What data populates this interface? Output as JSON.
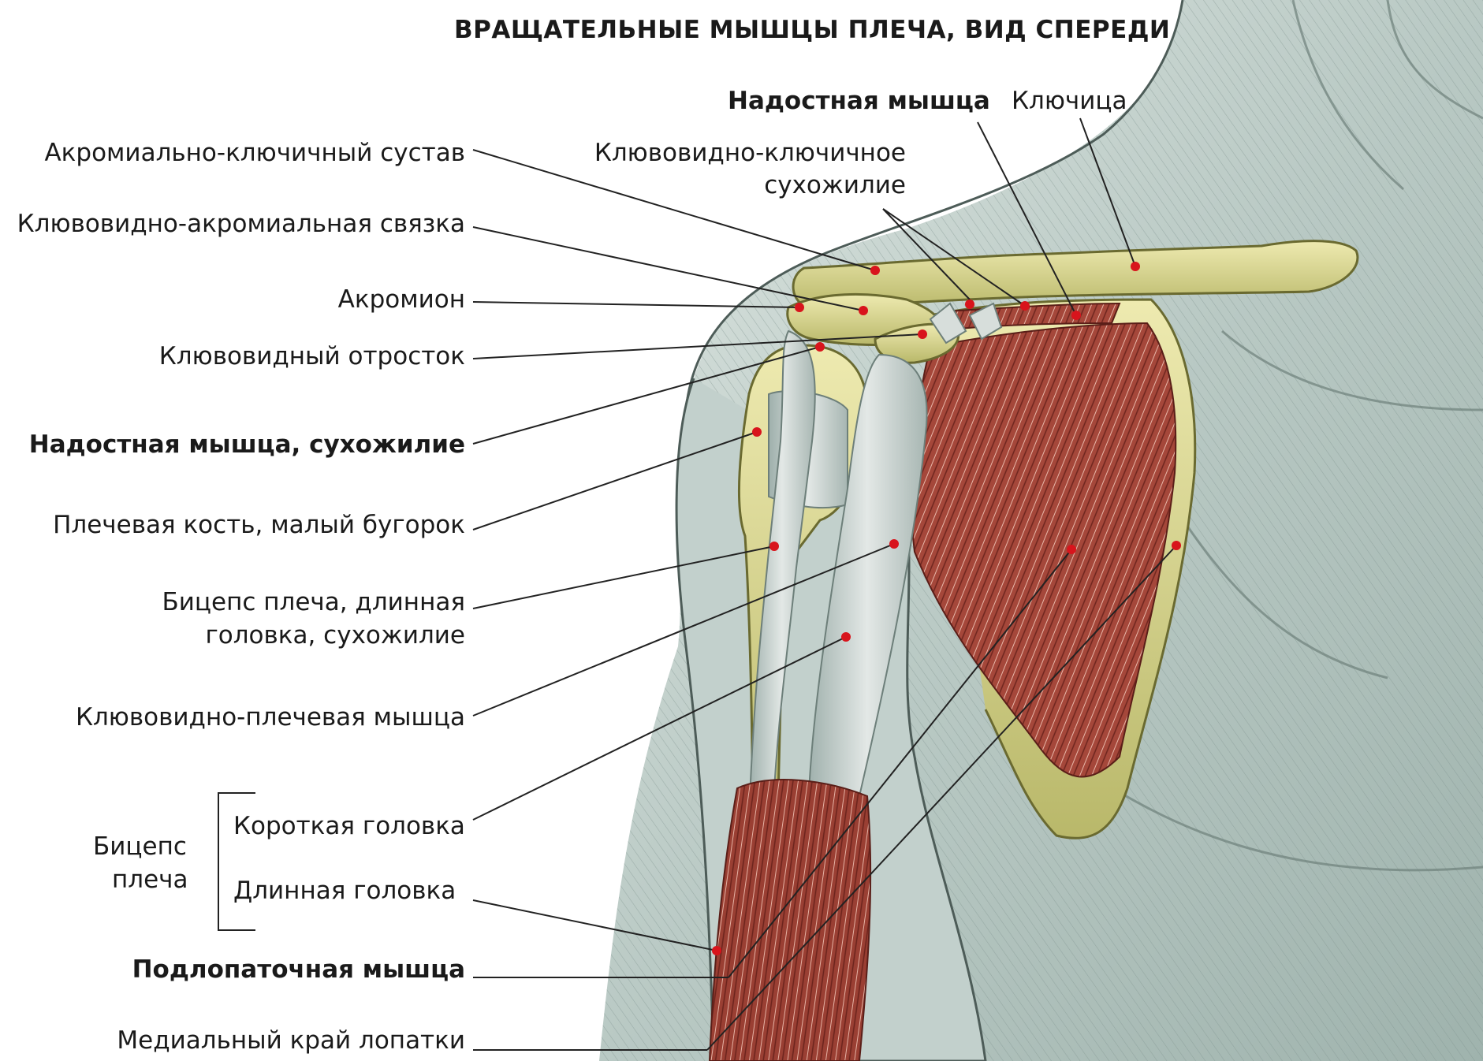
{
  "title": "ВРАЩАТЕЛЬНЫЕ МЫШЦЫ ПЛЕЧА, ВИД СПЕРЕДИ",
  "labels": {
    "supraspinatus_top": "Надостная мышца",
    "clavicle": "Ключица",
    "ac_joint": "Акромиально-ключичный сустав",
    "coracoclavicular_1": "Клювовидно-ключичное",
    "coracoclavicular_2": "сухожилие",
    "coracoacromial_ligament": "Клювовидно-акромиальная связка",
    "acromion": "Акромион",
    "coracoid": "Клювовидный отросток",
    "supraspinatus_tendon": "Надостная мышца,  сухожилие",
    "humerus_lesser_tubercle": "Плечевая кость, малый бугорок",
    "biceps_long_tendon_1": "Бицепс плеча, длинная",
    "biceps_long_tendon_2": "головка, сухожилие",
    "coracobrachialis": "Клювовидно-плечевая мышца",
    "biceps_1": "Бицепс",
    "biceps_2": "плеча",
    "short_head": "Короткая головка",
    "long_head": "Длинная головка",
    "subscapularis": "Подлопаточная мышца",
    "medial_border": "Медиальный край лопатки"
  },
  "colors": {
    "marker": "#d8141c",
    "bone": "#dcd98c",
    "muscle": "#9a3a2c",
    "tendon": "#c8d0cc",
    "body": "#c9d6d2",
    "leader": "#222222"
  }
}
